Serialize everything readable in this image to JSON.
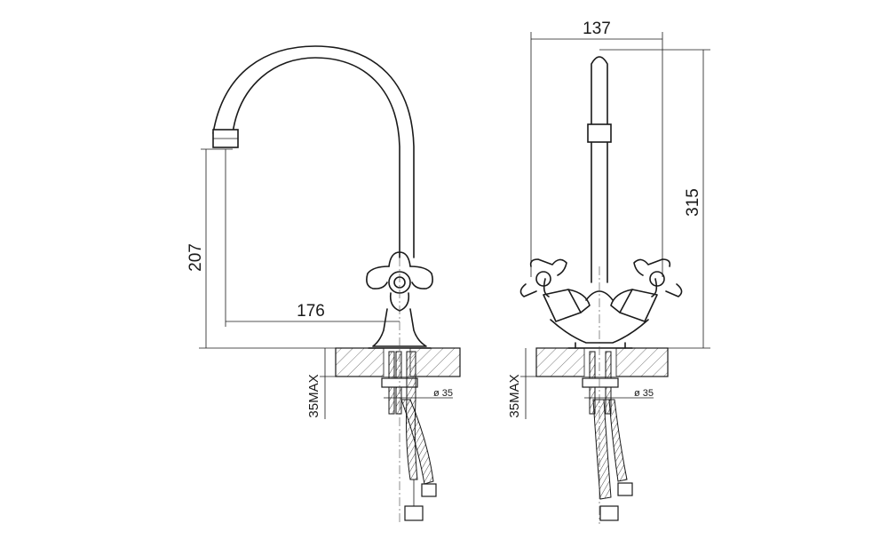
{
  "side_view": {
    "height_dim": "207",
    "reach_dim": "176",
    "mount_max": "35MAX",
    "hole_dim": "ø 35"
  },
  "front_view": {
    "width_dim": "137",
    "height_dim": "315",
    "mount_max": "35MAX",
    "hole_dim": "ø 35"
  }
}
